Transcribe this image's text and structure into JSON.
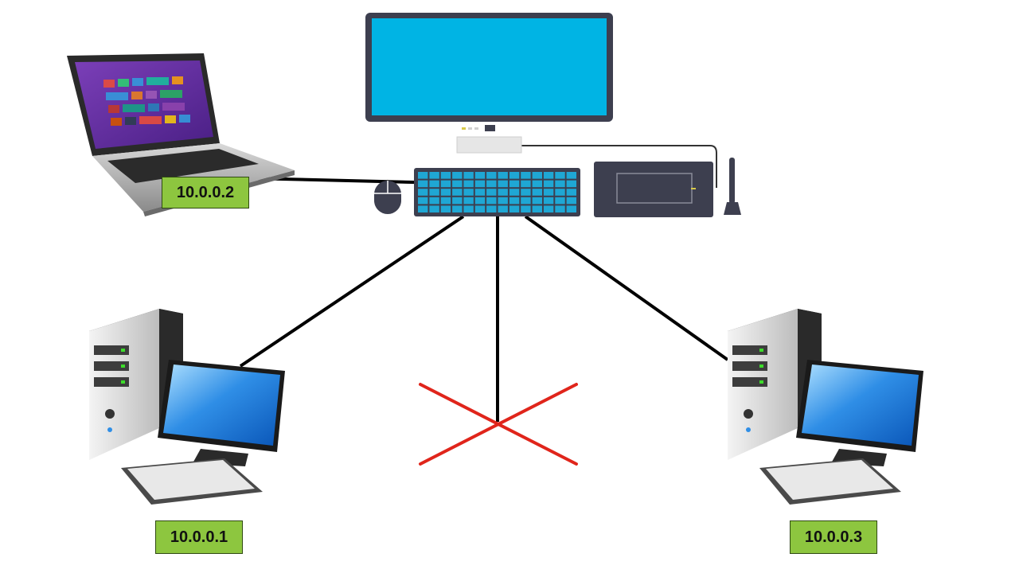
{
  "labels": {
    "laptop_ip": "10.0.0.2",
    "pc_left_ip": "10.0.0.1",
    "pc_right_ip": "10.0.0.3"
  },
  "colors": {
    "monitor_screen": "#00b4e4",
    "monitor_frame": "#3d3f4f",
    "keyboard": "#1fa7d4",
    "cross": "#e0251b",
    "label_bg": "#8dc63f",
    "cable": "#000000"
  },
  "icons": [
    "laptop-icon",
    "monitor-icon",
    "keyboard-icon",
    "mouse-icon",
    "tablet-icon",
    "stylus-icon",
    "desktop-pc-icon",
    "disconnect-x-icon"
  ]
}
